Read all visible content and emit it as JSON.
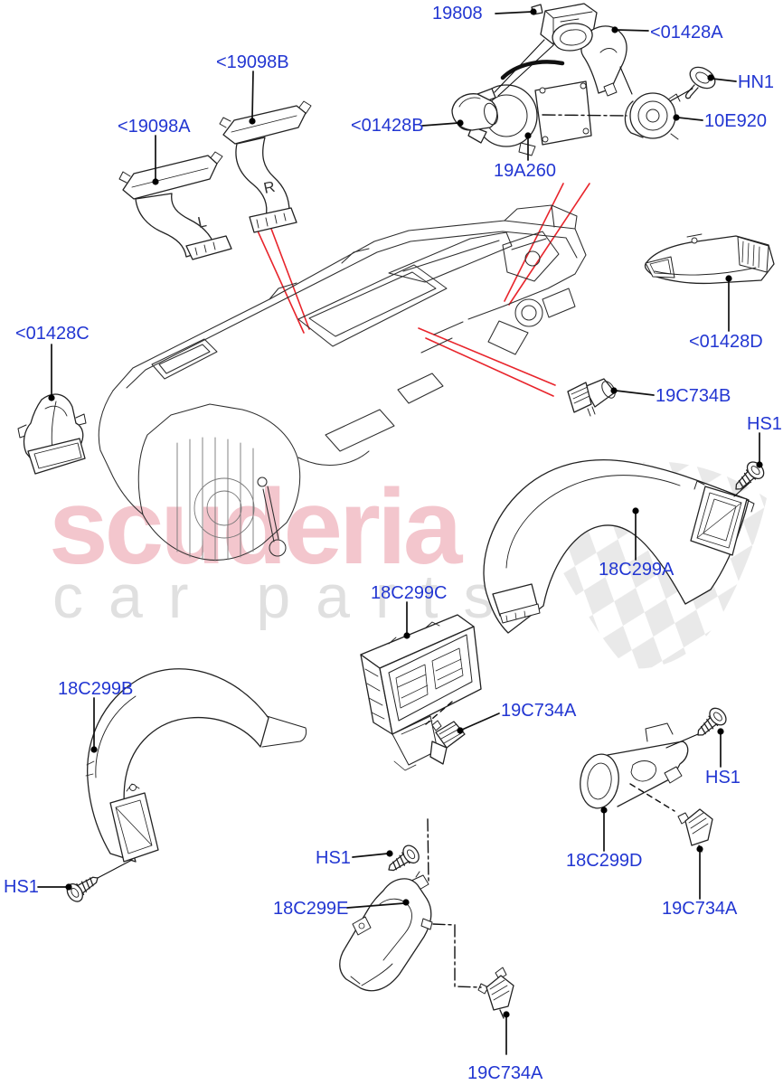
{
  "watermark": {
    "brand": "scuderia",
    "tagline": "car parts",
    "brand_color": "#d2243e",
    "tagline_color": "#e0e0e0",
    "flag_color": "#e9e9e9"
  },
  "colors": {
    "label_text": "#2236d2",
    "line_art": "#222222",
    "leader_line": "#111111",
    "red_reference_line": "#e8252c"
  },
  "duct_markings": {
    "right": "R",
    "left": "L"
  },
  "labels": [
    {
      "text": "19808"
    },
    {
      "text": "<01428A"
    },
    {
      "text": "<19098B"
    },
    {
      "text": "HN1"
    },
    {
      "text": "<19098A"
    },
    {
      "text": "<01428B"
    },
    {
      "text": "10E920"
    },
    {
      "text": "19A260"
    },
    {
      "text": "<01428C"
    },
    {
      "text": "<01428D"
    },
    {
      "text": "19C734B"
    },
    {
      "text": "HS1"
    },
    {
      "text": "18C299A"
    },
    {
      "text": "18C299C"
    },
    {
      "text": "18C299B"
    },
    {
      "text": "19C734A"
    },
    {
      "text": "HS1"
    },
    {
      "text": "HS1"
    },
    {
      "text": "18C299D"
    },
    {
      "text": "HS1"
    },
    {
      "text": "18C299E"
    },
    {
      "text": "19C734A"
    },
    {
      "text": "19C734A"
    }
  ]
}
